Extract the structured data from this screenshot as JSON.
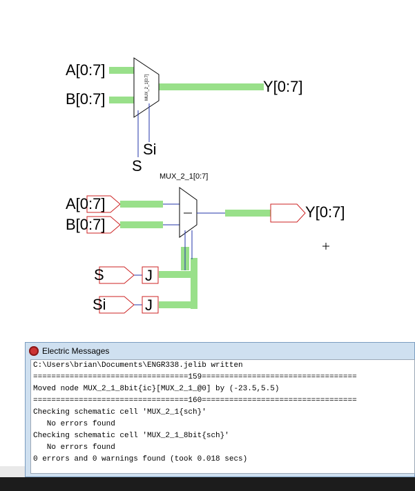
{
  "schematic": {
    "icon_mux": {
      "input_a": "A[0:7]",
      "input_b": "B[0:7]",
      "output": "Y[0:7]",
      "select_s": "S",
      "select_si": "Si",
      "body_text": "MUX_2_1[0:7]"
    },
    "instance": {
      "name": "MUX_2_1[0:7]",
      "input_a": "A[0:7]",
      "input_b": "B[0:7]",
      "output": "Y[0:7]",
      "select_s": "S",
      "select_si": "Si",
      "join_1": "J",
      "join_2": "J"
    },
    "colors": {
      "bus": "#99e08a",
      "wire": "#2233aa",
      "port": "#cc2222"
    }
  },
  "messages_window": {
    "title": "Electric Messages",
    "lines": [
      "C:\\Users\\brian\\Documents\\ENGR338.jelib written",
      "==================================159==================================",
      "Moved node MUX_2_1_8bit{ic}[MUX_2_1_@0] by (-23.5,5.5)",
      "==================================160==================================",
      "Checking schematic cell 'MUX_2_1{sch}'",
      "   No errors found",
      "Checking schematic cell 'MUX_2_1_8bit{sch}'",
      "   No errors found",
      "0 errors and 0 warnings found (took 0.018 secs)"
    ]
  }
}
